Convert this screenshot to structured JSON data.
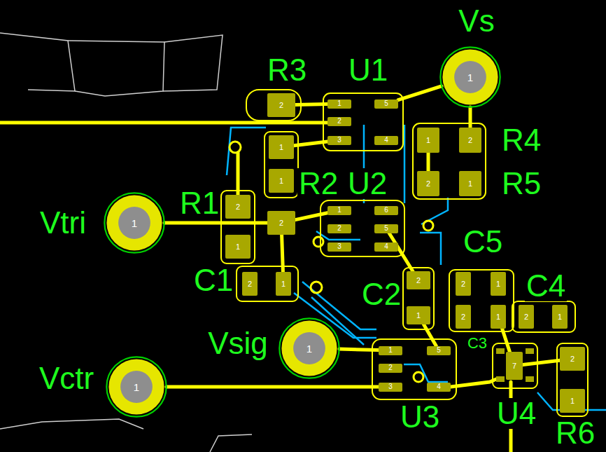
{
  "diagram": {
    "nodes": [
      {
        "text": [
          "1"
        ]
      },
      {
        "text": [
          "1"
        ]
      },
      {
        "text": [
          "1"
        ]
      },
      {
        "text": [
          "1"
        ]
      },
      {
        "text": [
          "2"
        ]
      },
      {
        "text": [
          "1"
        ]
      },
      {
        "text": [
          "1"
        ]
      },
      {
        "text": [
          "2"
        ]
      },
      {
        "text": [
          "2"
        ]
      },
      {
        "text": [
          "1"
        ]
      },
      {
        "text": [
          "2"
        ]
      },
      {
        "text": [
          "1"
        ]
      },
      {
        "text": [
          "1"
        ]
      },
      {
        "text": [
          "2"
        ]
      },
      {
        "text": [
          "3"
        ]
      },
      {
        "text": [
          "5"
        ]
      },
      {
        "text": [
          "4"
        ]
      },
      {
        "text": [
          "1"
        ]
      },
      {
        "text": [
          "2"
        ]
      },
      {
        "text": [
          "3"
        ]
      },
      {
        "text": [
          "6"
        ]
      },
      {
        "text": [
          "5"
        ]
      },
      {
        "text": [
          "4"
        ]
      },
      {
        "text": [
          "1"
        ]
      },
      {
        "text": [
          "2"
        ]
      },
      {
        "text": [
          "2"
        ]
      },
      {
        "text": [
          "1"
        ]
      },
      {
        "text": [
          "2"
        ]
      },
      {
        "text": [
          "1"
        ]
      },
      {
        "text": [
          "2"
        ]
      },
      {
        "text": [
          "1"
        ]
      },
      {
        "text": [
          "2"
        ]
      },
      {
        "text": [
          "1"
        ]
      },
      {
        "text": [
          "2"
        ]
      },
      {
        "text": [
          "1"
        ]
      },
      {
        "text": [
          "1"
        ]
      },
      {
        "text": [
          "2"
        ]
      },
      {
        "text": [
          "3"
        ]
      },
      {
        "text": [
          "5"
        ]
      },
      {
        "text": [
          "4"
        ]
      },
      {
        "text": [
          "7"
        ]
      },
      {
        "text": [
          "2"
        ]
      },
      {
        "text": [
          "1"
        ]
      }
    ],
    "edges": [
      {
        "from": 0,
        "to": 24,
        "arrow": "none"
      },
      {
        "from": 0,
        "to": 15,
        "arrow": "none"
      },
      {
        "from": 4,
        "to": 12,
        "arrow": "none"
      },
      {
        "from": 5,
        "to": 14,
        "arrow": "none"
      },
      {
        "from": 1,
        "to": 7,
        "arrow": "none"
      },
      {
        "from": 7,
        "to": 17,
        "arrow": "none"
      },
      {
        "from": 7,
        "to": 11,
        "arrow": "none"
      },
      {
        "from": 2,
        "to": 35,
        "arrow": "none"
      },
      {
        "from": 3,
        "to": 37,
        "arrow": "none"
      },
      {
        "from": 23,
        "to": 25,
        "arrow": "none"
      },
      {
        "from": 21,
        "to": 27,
        "arrow": "none"
      },
      {
        "from": 28,
        "to": 38,
        "arrow": "none"
      },
      {
        "from": 32,
        "to": 40,
        "arrow": "none"
      },
      {
        "from": 40,
        "to": 41,
        "arrow": "none"
      }
    ],
    "labels": [
      "Vs",
      "R3",
      "U1",
      "R4",
      "R2",
      "U2",
      "R5",
      "Vtri",
      "R1",
      "C5",
      "C1",
      "C2",
      "C4",
      "C3",
      "Vsig",
      "Vctr",
      "U3",
      "U4",
      "R6"
    ]
  }
}
